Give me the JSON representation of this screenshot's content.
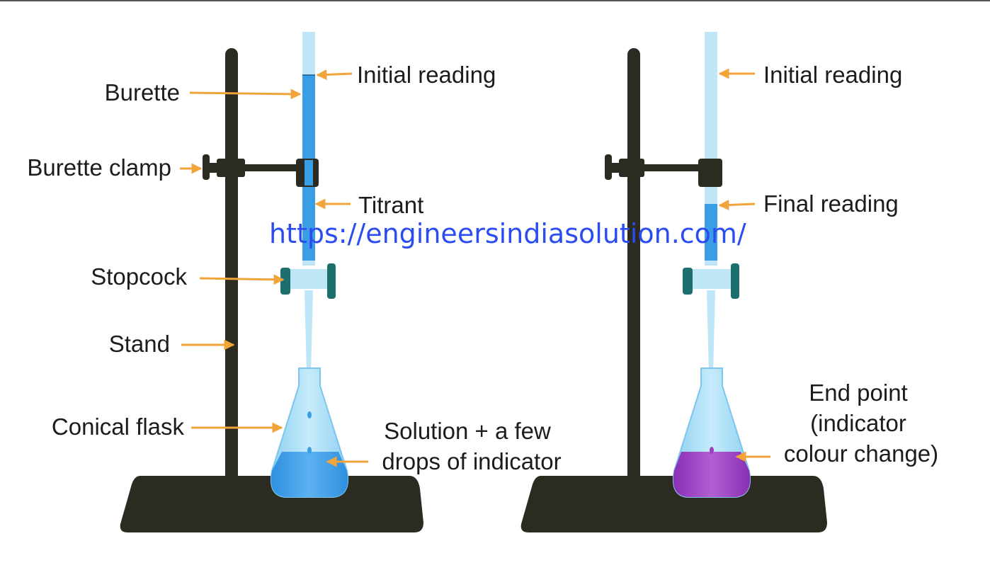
{
  "left_setup": {
    "labels": {
      "burette": "Burette",
      "burette_clamp": "Burette clamp",
      "stopcock": "Stopcock",
      "stand": "Stand",
      "conical_flask": "Conical flask",
      "initial_reading": "Initial reading",
      "titrant": "Titrant",
      "solution_line1": "Solution + a few",
      "solution_line2": "drops of indicator"
    }
  },
  "right_setup": {
    "labels": {
      "initial_reading": "Initial reading",
      "final_reading": "Final reading",
      "end_point_line1": "End point",
      "end_point_line2": "(indicator",
      "end_point_line3": "colour change)"
    }
  },
  "watermark": "https://engineersindiasolution.com/",
  "colors": {
    "stand": "#2b2b22",
    "titrant": "#3a9ee6",
    "glass": "#bfe6f7",
    "flask_solution_left": "#3e9be8",
    "flask_solution_right": "#9b3fc0",
    "stopcock": "#1d6f6e",
    "arrow": "#f0a43a",
    "watermark": "#2b4cf0"
  }
}
